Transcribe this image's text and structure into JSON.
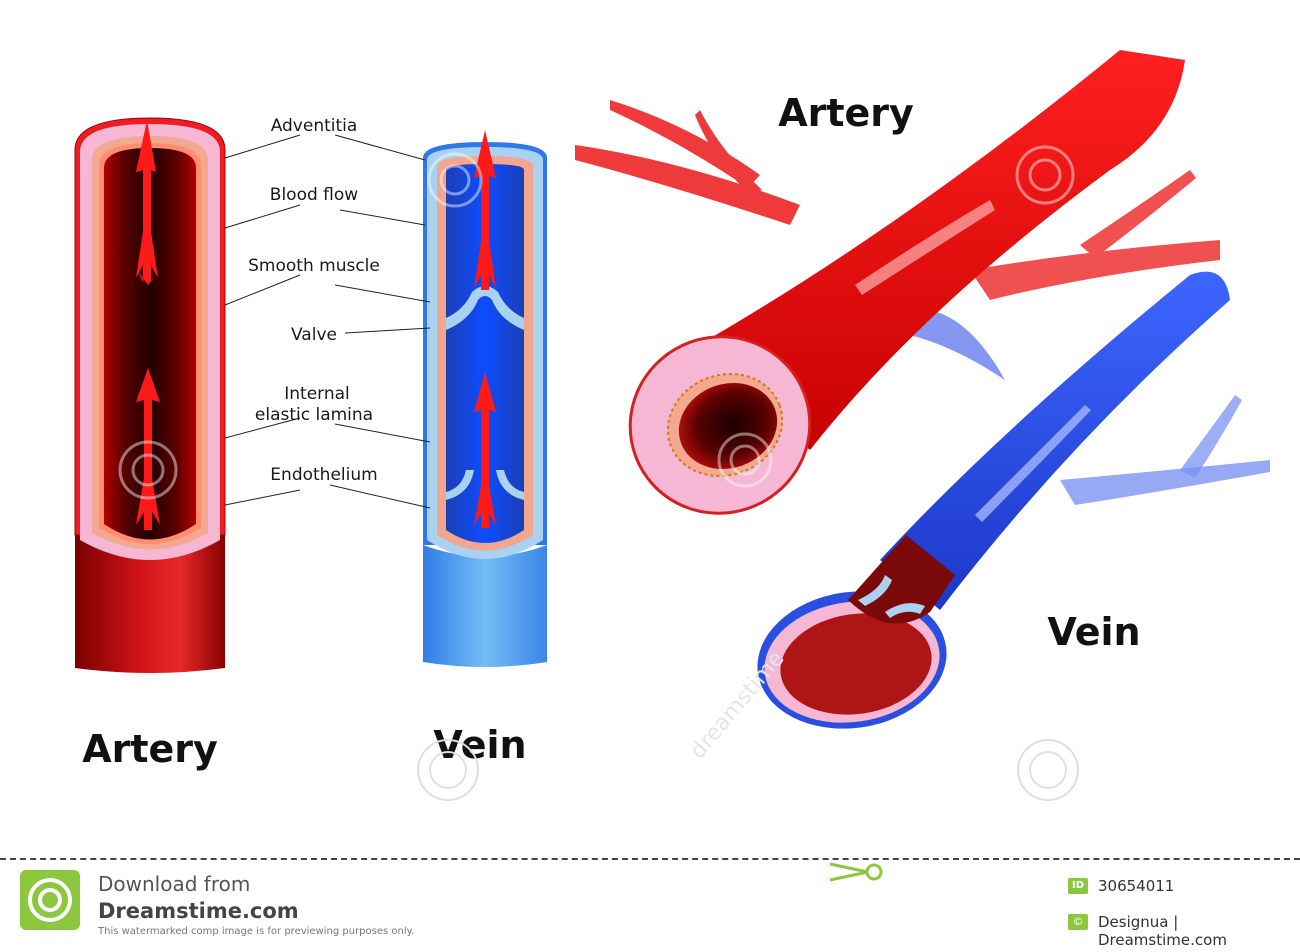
{
  "labels": {
    "adventitia": "Adventitia",
    "blood_flow": "Blood flow",
    "smooth_muscle": "Smooth muscle",
    "valve": "Valve",
    "internal_1": "Internal",
    "internal_2": "elastic lamina",
    "endothelium": "Endothelium"
  },
  "titles": {
    "artery_left": "Artery",
    "vein_left": "Vein",
    "artery_right": "Artery",
    "vein_right": "Vein"
  },
  "watermark": "dreamstime",
  "footer": {
    "download_line1": "Download from",
    "download_line2": "Dreamstime.com",
    "note": "This watermarked comp image is for previewing purposes only.",
    "id_icon": "ID",
    "id_value": "30654011",
    "copyright_icon": "©",
    "credit": "Designua | Dreamstime.com"
  },
  "colors": {
    "artery_red": "#e8141b",
    "artery_dark": "#3a0000",
    "adventitia_pink": "#f7b6d2",
    "vein_blue": "#2a4fe0",
    "vein_light": "#4fa0f2",
    "valve_light": "#a9d2f0",
    "logo_green": "#8dc63f"
  }
}
